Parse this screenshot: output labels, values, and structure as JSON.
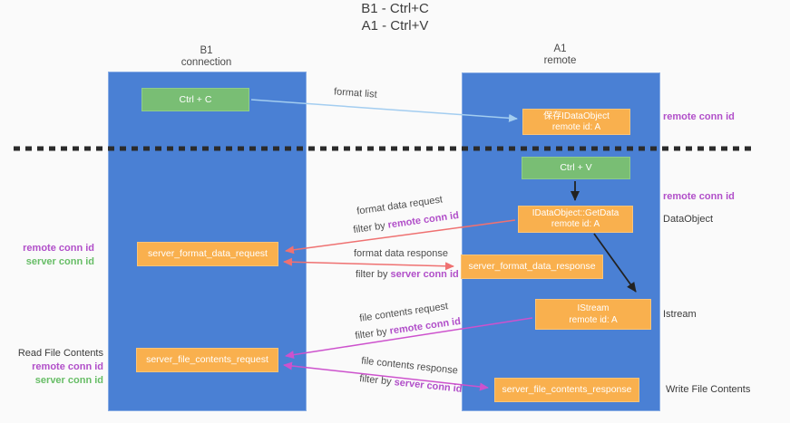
{
  "title": {
    "line1": "B1 - Ctrl+C",
    "line2": "A1 - Ctrl+V"
  },
  "columns": {
    "left": {
      "name": "B1",
      "subtitle": "connection"
    },
    "right": {
      "name": "A1",
      "subtitle": "remote"
    }
  },
  "nodes": {
    "ctrl_c": {
      "label": "Ctrl + C"
    },
    "ctrl_v": {
      "label": "Ctrl + V"
    },
    "save_dataobject": {
      "line1": "保存IDataObject",
      "line2": "remote id: A"
    },
    "getdata": {
      "line1": "IDataObject::GetData",
      "line2": "remote id: A"
    },
    "istream": {
      "line1": "IStream",
      "line2": "remote id: A"
    },
    "format_request": {
      "label": "server_format_data_request"
    },
    "format_response": {
      "label": "server_format_data_response"
    },
    "file_request": {
      "label": "server_file_contents_request"
    },
    "file_response": {
      "label": "server_file_contents_response"
    }
  },
  "arrows": {
    "format_list": "format list",
    "filter_by": "filter by",
    "format_data_request": {
      "label": "format data request",
      "filter": "remote conn id"
    },
    "format_data_response": {
      "label": "format data response",
      "filter": "server conn id"
    },
    "file_contents_request": {
      "label": "file contents request",
      "filter": "remote conn id"
    },
    "file_contents_response": {
      "label": "file contents response",
      "filter": "server conn id"
    }
  },
  "side_labels": {
    "left_top": {
      "remote": "remote conn id",
      "server": "server conn id"
    },
    "left_bottom": {
      "title": "Read File Contents",
      "remote": "remote conn id",
      "server": "server conn id"
    },
    "right": {
      "remote_top": "remote conn id",
      "remote_mid": "remote conn id",
      "dataobject": "DataObject",
      "istream": "Istream",
      "write": "Write File Contents"
    }
  },
  "colors": {
    "column_blue": "#4a80d4",
    "box_orange": "#f9b04e",
    "box_green": "#79be74",
    "arrow_lightblue": "#a3cdf0",
    "arrow_red": "#ef7171",
    "arrow_magenta": "#cd52cd",
    "arrow_black": "#222222",
    "label_purple": "#b14fc9",
    "label_green": "#67bd66"
  }
}
